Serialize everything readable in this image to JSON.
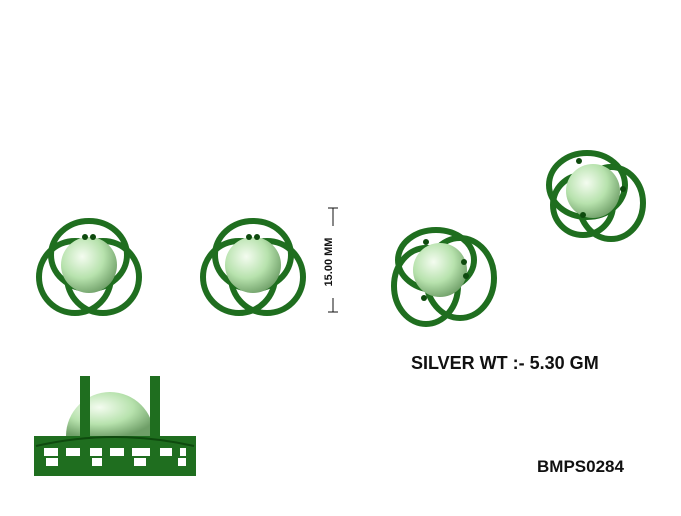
{
  "product": {
    "dimension_label": "15.00 MM",
    "silver_weight_label": "SILVER WT :- 5.30 GM",
    "design_code": "BMPS0284"
  },
  "colors": {
    "metal_green": "#1f6e1f",
    "metal_green_dark": "#0e4a0e",
    "stone_light": "#eef9e8",
    "stone_mid": "#aadaa0",
    "stone_dark": "#6f9f68",
    "text": "#111111"
  }
}
